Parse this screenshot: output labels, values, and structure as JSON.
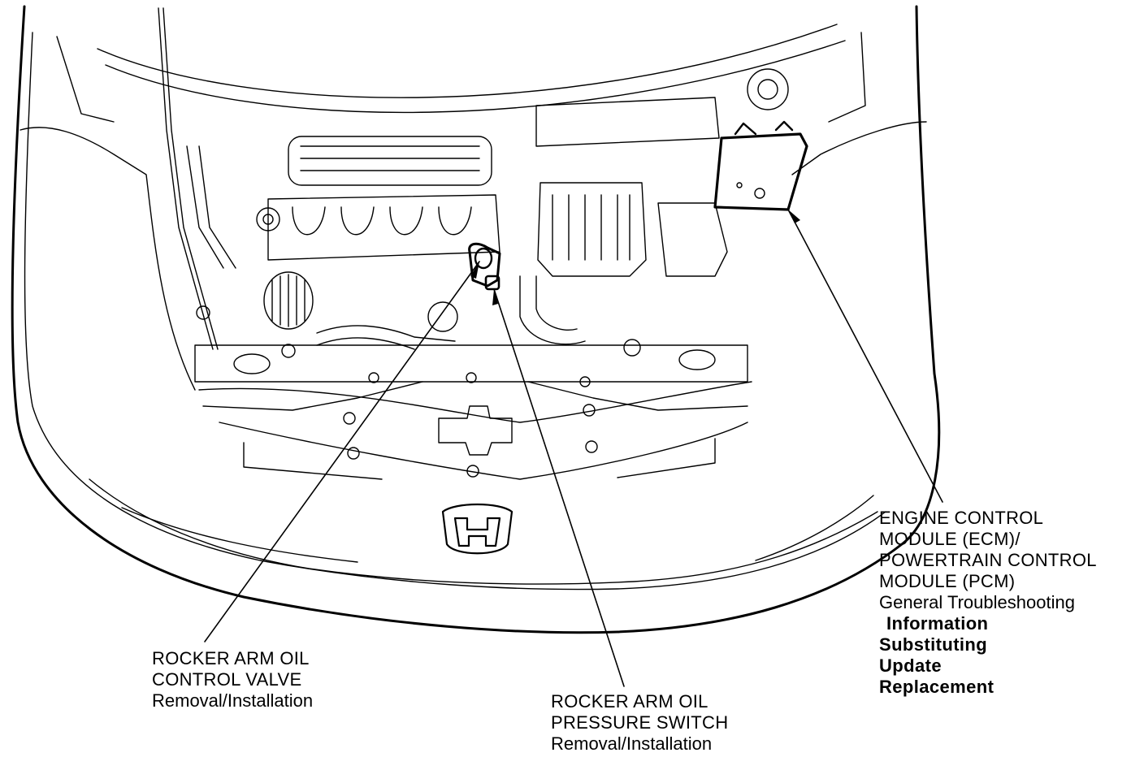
{
  "callouts": {
    "control_valve": {
      "title_lines": [
        "ROCKER ARM OIL",
        "CONTROL VALVE"
      ],
      "link": "Removal/Installation"
    },
    "pressure_switch": {
      "title_lines": [
        "ROCKER ARM OIL",
        "PRESSURE SWITCH"
      ],
      "link": "Removal/Installation"
    },
    "ecm_pcm": {
      "title_lines": [
        "ENGINE CONTROL",
        "MODULE (ECM)/",
        "POWERTRAIN CONTROL",
        "MODULE (PCM)"
      ],
      "links": [
        "General Troubleshooting",
        "Information",
        "Substituting",
        "Update",
        "Replacement"
      ]
    }
  },
  "colors": {
    "line": "#000000",
    "background": "#ffffff"
  }
}
